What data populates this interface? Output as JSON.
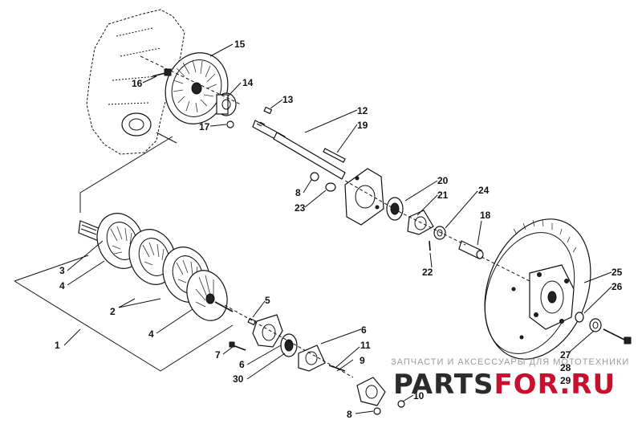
{
  "callouts": {
    "c1": "1",
    "c2": "2",
    "c3": "3",
    "c4a": "4",
    "c4b": "4",
    "c5": "5",
    "c6a": "6",
    "c6b": "6",
    "c7": "7",
    "c8a": "8",
    "c8b": "8",
    "c9": "9",
    "c10": "10",
    "c11": "11",
    "c12": "12",
    "c13": "13",
    "c14": "14",
    "c15": "15",
    "c16": "16",
    "c17": "17",
    "c18": "18",
    "c19": "19",
    "c20": "20",
    "c21": "21",
    "c22": "22",
    "c23": "23",
    "c24": "24",
    "c25": "25",
    "c26": "26",
    "c27": "27",
    "c28": "28",
    "c29": "29",
    "c30": "30"
  },
  "watermark": {
    "caption": "ЗАПЧАСТИ И АКСЕССУАРЫ ДЛЯ МОТОТЕХНИКИ",
    "logo_left": "PARTS",
    "logo_right": "FOR.RU",
    "logo_color_dark": "#2b2b2b",
    "logo_color_red": "#c8102e"
  }
}
